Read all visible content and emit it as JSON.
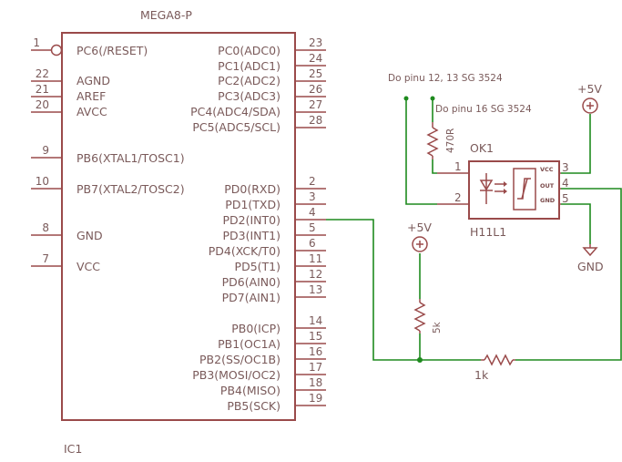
{
  "ic": {
    "title": "MEGA8-P",
    "designator": "IC1",
    "left_pins": [
      {
        "num": "1",
        "name": "PC6(/RESET)"
      },
      {
        "num": "22",
        "name": "AGND"
      },
      {
        "num": "21",
        "name": "AREF"
      },
      {
        "num": "20",
        "name": "AVCC"
      },
      {
        "num": "9",
        "name": "PB6(XTAL1/TOSC1)"
      },
      {
        "num": "10",
        "name": "PB7(XTAL2/TOSC2)"
      },
      {
        "num": "8",
        "name": "GND"
      },
      {
        "num": "7",
        "name": "VCC"
      }
    ],
    "right_pins": [
      {
        "num": "23",
        "name": "PC0(ADC0)"
      },
      {
        "num": "24",
        "name": "PC1(ADC1)"
      },
      {
        "num": "25",
        "name": "PC2(ADC2)"
      },
      {
        "num": "26",
        "name": "PC3(ADC3)"
      },
      {
        "num": "27",
        "name": "PC4(ADC4/SDA)"
      },
      {
        "num": "28",
        "name": "PC5(ADC5/SCL)"
      },
      {
        "num": "2",
        "name": "PD0(RXD)"
      },
      {
        "num": "3",
        "name": "PD1(TXD)"
      },
      {
        "num": "4",
        "name": "PD2(INT0)"
      },
      {
        "num": "5",
        "name": "PD3(INT1)"
      },
      {
        "num": "6",
        "name": "PD4(XCK/T0)"
      },
      {
        "num": "11",
        "name": "PD5(T1)"
      },
      {
        "num": "12",
        "name": "PD6(AIN0)"
      },
      {
        "num": "13",
        "name": "PD7(AIN1)"
      },
      {
        "num": "14",
        "name": "PB0(ICP)"
      },
      {
        "num": "15",
        "name": "PB1(OC1A)"
      },
      {
        "num": "16",
        "name": "PB2(SS/OC1B)"
      },
      {
        "num": "17",
        "name": "PB3(MOSI/OC2)"
      },
      {
        "num": "18",
        "name": "PB4(MISO)"
      },
      {
        "num": "19",
        "name": "PB5(SCK)"
      }
    ]
  },
  "optocoupler": {
    "designator": "OK1",
    "part": "H11L1",
    "pin_vcc": "VCC",
    "pin_out": "OUT",
    "pin_gnd": "GND",
    "pin1": "1",
    "pin2": "2",
    "pin3": "3",
    "pin4": "4",
    "pin5": "5"
  },
  "annotations": {
    "link_12_13": "Do pinu 12, 13 SG 3524",
    "link_16": "Do pinu 16 SG 3524"
  },
  "resistors": {
    "r_470": "470R",
    "r_5k": "5k",
    "r_1k": "1k"
  },
  "supplies": {
    "vcc_opto": "+5V",
    "vcc_pullup": "+5V",
    "gnd": "GND"
  }
}
